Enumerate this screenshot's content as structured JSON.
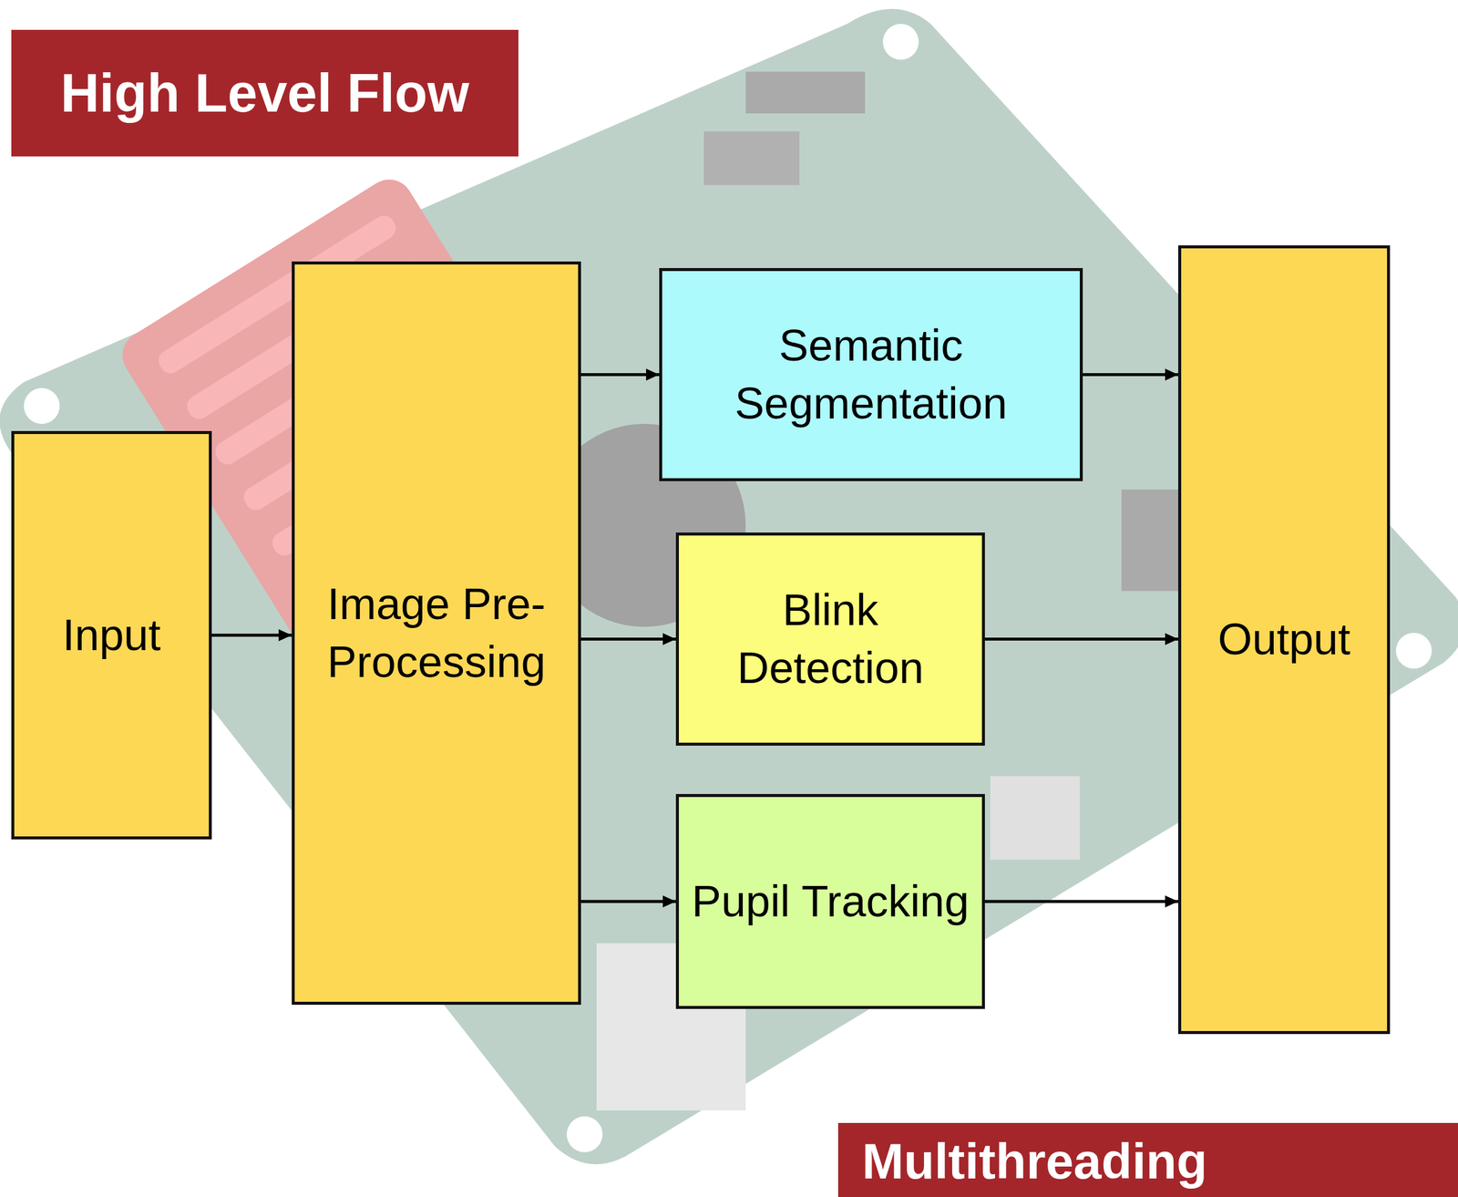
{
  "diagram": {
    "title": "High Level Flow",
    "nodes": [
      {
        "text": [
          "Input"
        ]
      },
      {
        "text": [
          "Image Pre-Processing"
        ]
      },
      {
        "text": [
          "Semantic Segmentation"
        ]
      },
      {
        "text": [
          "Blink Detection"
        ]
      },
      {
        "text": [
          "Pupil Tracking"
        ]
      },
      {
        "text": [
          "Output"
        ]
      }
    ],
    "edges": [
      {
        "from": 0,
        "to": 1,
        "arrow": "to"
      },
      {
        "from": 1,
        "to": 2,
        "arrow": "to"
      },
      {
        "from": 1,
        "to": 3,
        "arrow": "to"
      },
      {
        "from": 1,
        "to": 4,
        "arrow": "to"
      },
      {
        "from": 2,
        "to": 5,
        "arrow": "to"
      },
      {
        "from": 3,
        "to": 5,
        "arrow": "to"
      },
      {
        "from": 4,
        "to": 5,
        "arrow": "to"
      }
    ],
    "labels": [
      "Multithreading"
    ]
  }
}
